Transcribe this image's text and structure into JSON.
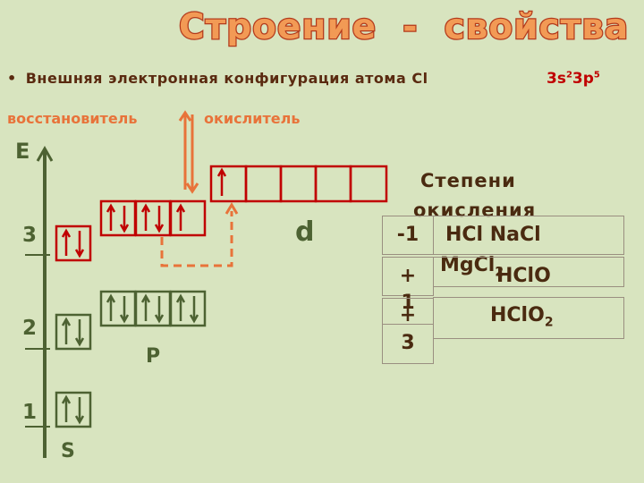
{
  "title": "Строение  -  свойства",
  "bullet": "•",
  "bullet_text": "Внешняя электронная конфигурация атома Cl",
  "config": {
    "a": "3s",
    "a_sup": "2",
    "b": "3p",
    "b_sup": "5"
  },
  "reducer_label": "восстановитель",
  "oxidizer_label": "окислитель",
  "energy_axis": "E",
  "levels": [
    "1",
    "2",
    "3"
  ],
  "sublevels": {
    "s": "S",
    "p": "P",
    "d": "d"
  },
  "ox_title_1": "Степени",
  "ox_title_2": "окисления",
  "ox_rows": [
    {
      "state": "-1",
      "compounds": "HCl   NaCl"
    },
    {
      "state": "+",
      "state2": "1",
      "compounds": "HClO"
    },
    {
      "state": "+",
      "state2": "3",
      "compounds": "HClO",
      "compounds_sub": "2"
    }
  ],
  "extra_compound": "MgCl",
  "extra_compound_sub": "2",
  "colors": {
    "green": "#4d6232",
    "red": "#c00000",
    "orange": "#e8733a",
    "background": "#d8e4bf"
  }
}
